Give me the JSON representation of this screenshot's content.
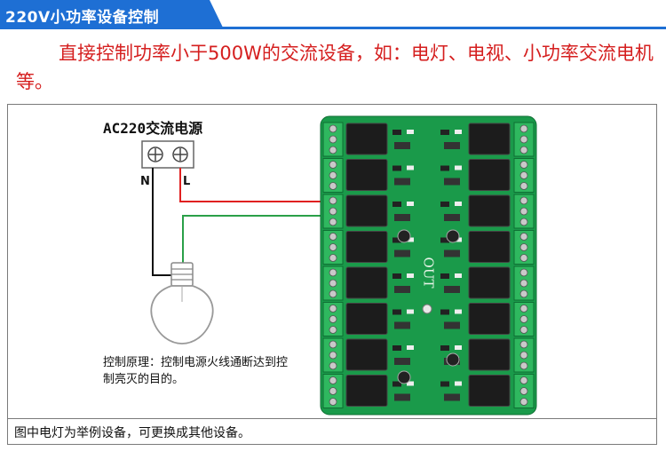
{
  "header": {
    "title": "220V小功率设备控制"
  },
  "description": "直接控制功率小于500W的交流设备，如：电灯、电视、小功率交流电机等。",
  "diagram": {
    "ac_label": "AC220交流电源",
    "neutral_label": "N",
    "live_label": "L",
    "board_label": "OUT",
    "principle_text": "控制原理：控制电源火线通断达到控制亮灭的目的。",
    "relay_count_per_side": 8
  },
  "footer_note": "图中电灯为举例设备，可更换成其他设备。",
  "colors": {
    "accent_blue": "#1e6fd4",
    "description_red": "#d51f1f",
    "board_green": "#1a9a4a",
    "wire_red": "#e02020",
    "wire_green": "#2aa048"
  }
}
